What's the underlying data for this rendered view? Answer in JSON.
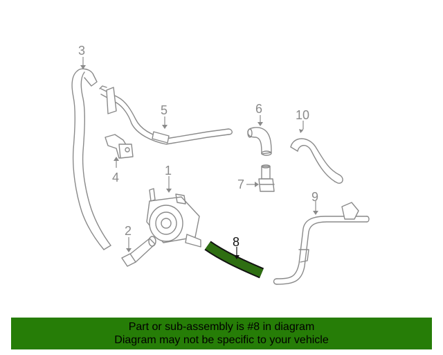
{
  "colors": {
    "highlight": "#2e6e12",
    "banner": "#267d07",
    "line": "#8a8a8a"
  },
  "callouts": [
    {
      "id": "3",
      "label": "3"
    },
    {
      "id": "5",
      "label": "5"
    },
    {
      "id": "6",
      "label": "6"
    },
    {
      "id": "10",
      "label": "10"
    },
    {
      "id": "4",
      "label": "4"
    },
    {
      "id": "1",
      "label": "1"
    },
    {
      "id": "7",
      "label": "7"
    },
    {
      "id": "9",
      "label": "9"
    },
    {
      "id": "2",
      "label": "2"
    },
    {
      "id": "8",
      "label": "8"
    }
  ],
  "banner": {
    "line1": "Part or sub-assembly is #8 in diagram",
    "line2": "Diagram may not be specific to your vehicle"
  }
}
